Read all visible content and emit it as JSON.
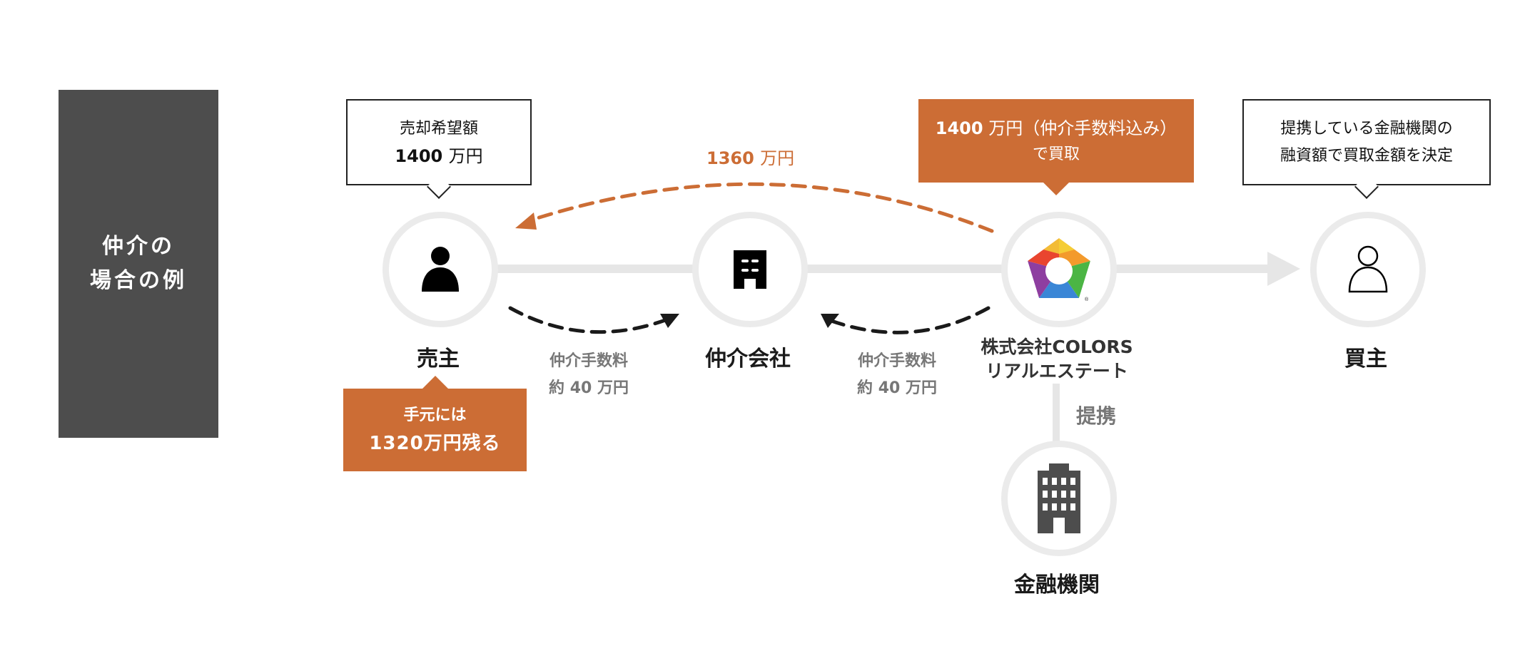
{
  "side_panel": {
    "line1": "仲介の",
    "line2": "場合の例"
  },
  "nodes": {
    "seller": {
      "label": "売主",
      "icon": "person-filled-icon"
    },
    "broker": {
      "label": "仲介会社",
      "icon": "small-building-icon"
    },
    "colors": {
      "label_line1": "株式会社COLORS",
      "label_line2": "リアルエステート",
      "icon": "colors-pentagon-logo"
    },
    "buyer": {
      "label": "買主",
      "icon": "person-outline-icon"
    },
    "bank": {
      "label": "金融機関",
      "icon": "office-building-icon"
    }
  },
  "callouts": {
    "seller_desired": {
      "line1": "売却希望額",
      "amount": "1400",
      "unit": "万円"
    },
    "seller_remaining": {
      "line1": "手元には",
      "line2": "1320万円残る"
    },
    "colors_purchase": {
      "amount": "1400",
      "unit": "万円（仲介手数料込み）",
      "line2": "で買取"
    },
    "buyer_note": {
      "line1": "提携している金融機関の",
      "line2": "融資額で買取金額を決定"
    }
  },
  "flows": {
    "payment_to_seller": {
      "amount": "1360",
      "unit": "万円",
      "color": "#cc6d35"
    },
    "seller_fee": {
      "line1": "仲介手数料",
      "line2": "約 40 万円"
    },
    "colors_fee": {
      "line1": "仲介手数料",
      "line2": "約 40 万円"
    },
    "alliance_label": "提携"
  },
  "colors": {
    "accent": "#cc6d35",
    "panel": "#4d4d4d",
    "line": "#e6e6e6",
    "ring": "#ebebeb",
    "dash_dark": "#1a1a1a"
  }
}
